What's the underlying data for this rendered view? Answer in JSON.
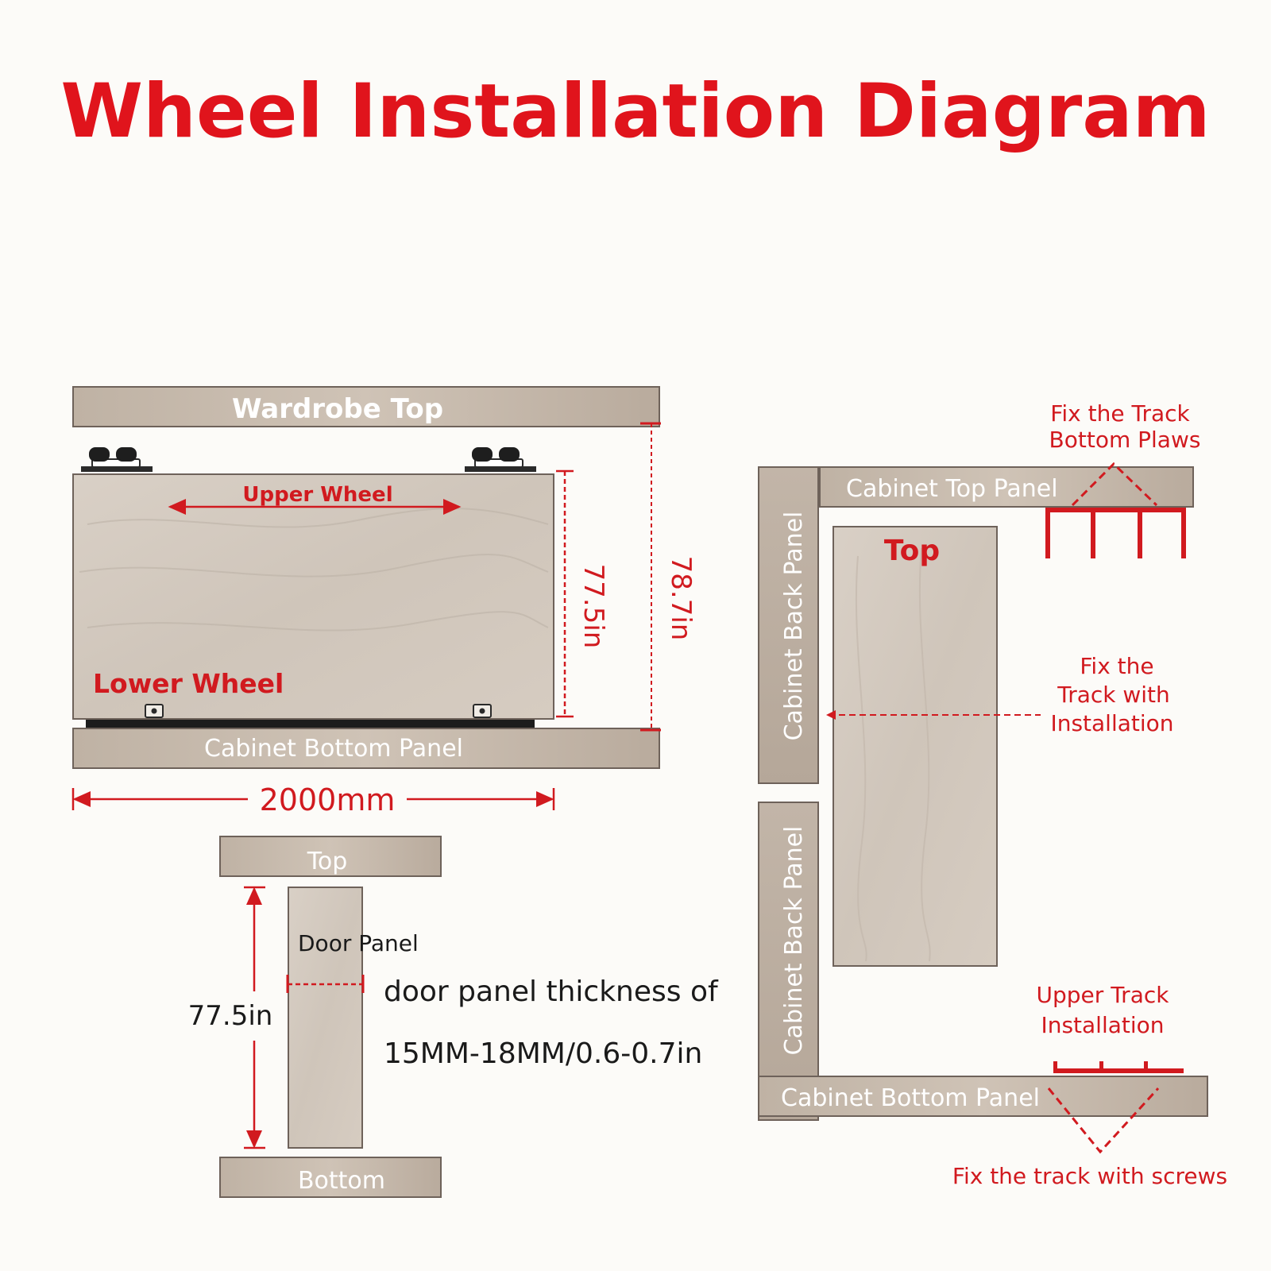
{
  "title": "Wheel Installation Diagram",
  "colors": {
    "accent_red": "#e0141c",
    "wood": "#c9bdb0",
    "wood_edge": "#6e625a",
    "door_wood": "#d8d0c6",
    "background": "#fcfbf8"
  },
  "front_view": {
    "wardrobe_top": "Wardrobe Top",
    "upper_wheel": "Upper Wheel",
    "lower_wheel": "Lower Wheel",
    "cabinet_bottom_panel": "Cabinet Bottom Panel",
    "door_height": "77.5in",
    "total_height": "78.7in",
    "width": "2000mm"
  },
  "side_view": {
    "top": "Top",
    "door_panel": "Door Panel",
    "height": "77.5in",
    "bottom": "Bottom",
    "thickness_line1": "door panel thickness of",
    "thickness_line2": "15MM-18MM/0.6-0.7in"
  },
  "track_view": {
    "fix_top_line1": "Fix the Track",
    "fix_top_line2": "Bottom Plaws",
    "cabinet_top_panel": "Cabinet Top Panel",
    "back_panel_upper": "Cabinet Back Panel",
    "back_panel_lower": "Cabinet Back Panel",
    "door_top_label": "Top",
    "fix_install_line1": "Fix the",
    "fix_install_line2": "Track with",
    "fix_install_line3": "Installation",
    "upper_track_line1": "Upper Track",
    "upper_track_line2": "Installation",
    "cabinet_bottom_panel": "Cabinet Bottom Panel",
    "fix_screws": "Fix the track with screws"
  }
}
